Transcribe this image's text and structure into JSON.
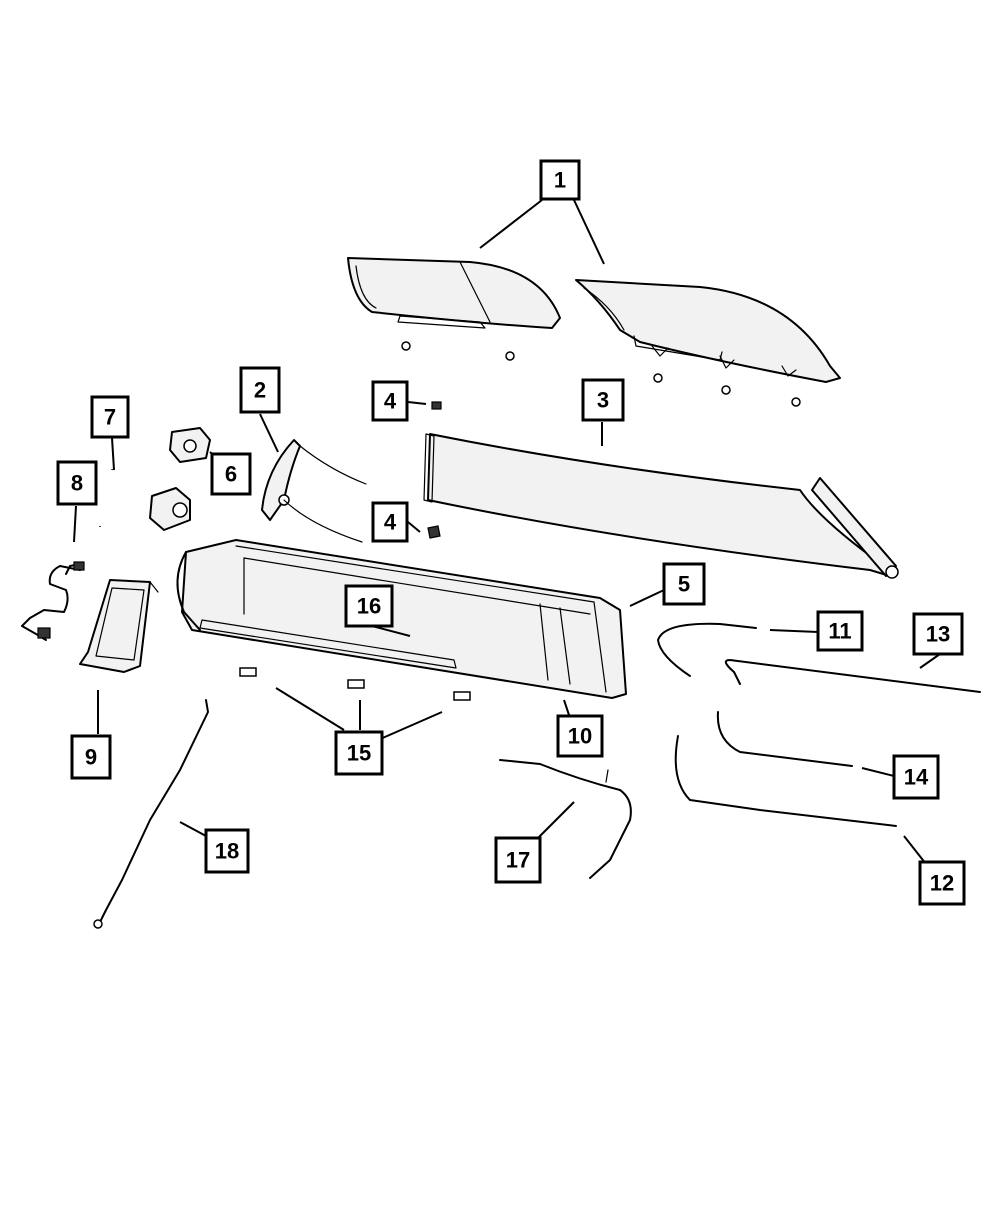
{
  "diagram": {
    "callouts": [
      "1",
      "2",
      "3",
      "4",
      "4",
      "5",
      "6",
      "7",
      "8",
      "9",
      "10",
      "11",
      "12",
      "13",
      "14",
      "15",
      "16",
      "17",
      "18"
    ]
  }
}
